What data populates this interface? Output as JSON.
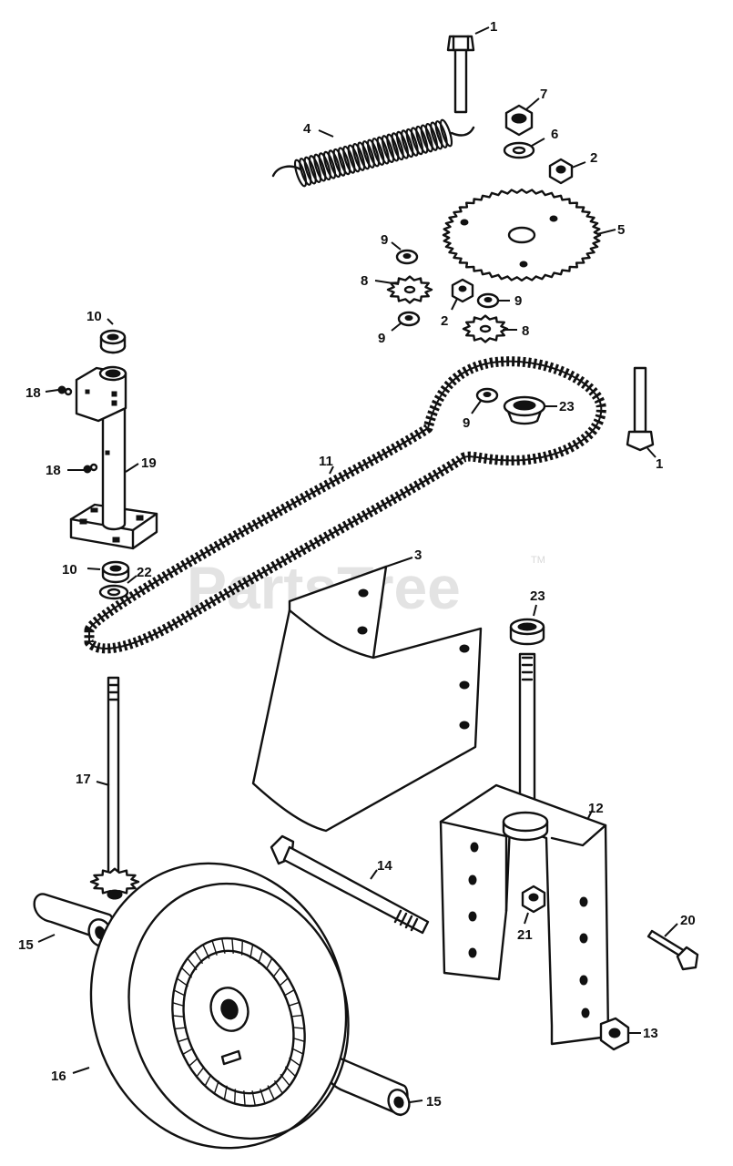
{
  "watermark": {
    "text": "PartsTree",
    "tm": "TM"
  },
  "callouts": {
    "c1a": "1",
    "c1b": "1",
    "c2a": "2",
    "c2b": "2",
    "c3": "3",
    "c4": "4",
    "c5": "5",
    "c6": "6",
    "c7": "7",
    "c8a": "8",
    "c8b": "8",
    "c9a": "9",
    "c9b": "9",
    "c9c": "9",
    "c9d": "9",
    "c10a": "10",
    "c10b": "10",
    "c11": "11",
    "c12": "12",
    "c13": "13",
    "c14": "14",
    "c15a": "15",
    "c15b": "15",
    "c16": "16",
    "c17": "17",
    "c18a": "18",
    "c18b": "18",
    "c19": "19",
    "c20": "20",
    "c21": "21",
    "c22": "22",
    "c23a": "23",
    "c23b": "23"
  }
}
